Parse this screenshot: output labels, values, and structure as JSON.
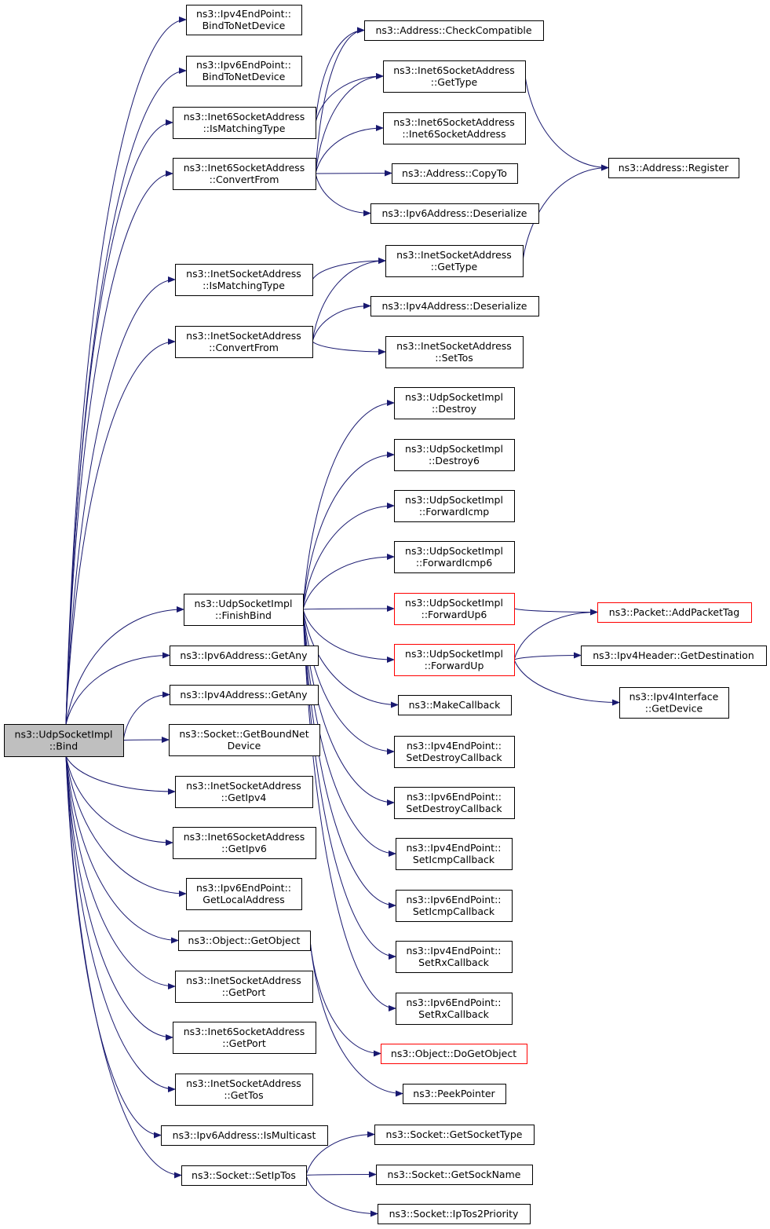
{
  "colors": {
    "edge": "#191970",
    "border": "#000000",
    "highlight_border": "#ff0000",
    "root_fill": "#bfbfbf",
    "node_fill": "#ffffff"
  },
  "nodes": [
    {
      "id": "bind",
      "lines": [
        "ns3::UdpSocketImpl",
        "::Bind"
      ],
      "style": "root"
    },
    {
      "id": "ipv4ep_bind",
      "lines": [
        "ns3::Ipv4EndPoint::",
        "BindToNetDevice"
      ]
    },
    {
      "id": "ipv6ep_bind",
      "lines": [
        "ns3::Ipv6EndPoint::",
        "BindToNetDevice"
      ]
    },
    {
      "id": "i6sa_match",
      "lines": [
        "ns3::Inet6SocketAddress",
        "::IsMatchingType"
      ]
    },
    {
      "id": "i6sa_conv",
      "lines": [
        "ns3::Inet6SocketAddress",
        "::ConvertFrom"
      ]
    },
    {
      "id": "isa_match",
      "lines": [
        "ns3::InetSocketAddress",
        "::IsMatchingType"
      ]
    },
    {
      "id": "isa_conv",
      "lines": [
        "ns3::InetSocketAddress",
        "::ConvertFrom"
      ]
    },
    {
      "id": "finishbind",
      "lines": [
        "ns3::UdpSocketImpl",
        "::FinishBind"
      ]
    },
    {
      "id": "ipv6_getany",
      "lines": [
        "ns3::Ipv6Address::GetAny"
      ]
    },
    {
      "id": "ipv4_getany",
      "lines": [
        "ns3::Ipv4Address::GetAny"
      ]
    },
    {
      "id": "sock_getbound",
      "lines": [
        "ns3::Socket::GetBoundNet",
        "Device"
      ]
    },
    {
      "id": "isa_getipv4",
      "lines": [
        "ns3::InetSocketAddress",
        "::GetIpv4"
      ]
    },
    {
      "id": "i6sa_getipv6",
      "lines": [
        "ns3::Inet6SocketAddress",
        "::GetIpv6"
      ]
    },
    {
      "id": "ipv6ep_getlocal",
      "lines": [
        "ns3::Ipv6EndPoint::",
        "GetLocalAddress"
      ]
    },
    {
      "id": "obj_getobject",
      "lines": [
        "ns3::Object::GetObject"
      ]
    },
    {
      "id": "isa_getport",
      "lines": [
        "ns3::InetSocketAddress",
        "::GetPort"
      ]
    },
    {
      "id": "i6sa_getport",
      "lines": [
        "ns3::Inet6SocketAddress",
        "::GetPort"
      ]
    },
    {
      "id": "isa_gettos",
      "lines": [
        "ns3::InetSocketAddress",
        "::GetTos"
      ]
    },
    {
      "id": "ipv6_ismc",
      "lines": [
        "ns3::Ipv6Address::IsMulticast"
      ]
    },
    {
      "id": "sock_setiptos",
      "lines": [
        "ns3::Socket::SetIpTos"
      ]
    },
    {
      "id": "addr_checkcompat",
      "lines": [
        "ns3::Address::CheckCompatible"
      ]
    },
    {
      "id": "i6sa_gettype",
      "lines": [
        "ns3::Inet6SocketAddress",
        "::GetType"
      ]
    },
    {
      "id": "i6sa_ctor",
      "lines": [
        "ns3::Inet6SocketAddress",
        "::Inet6SocketAddress"
      ]
    },
    {
      "id": "addr_copyto",
      "lines": [
        "ns3::Address::CopyTo"
      ]
    },
    {
      "id": "ipv6_deser",
      "lines": [
        "ns3::Ipv6Address::Deserialize"
      ]
    },
    {
      "id": "isa_gettype",
      "lines": [
        "ns3::InetSocketAddress",
        "::GetType"
      ]
    },
    {
      "id": "ipv4_deser",
      "lines": [
        "ns3::Ipv4Address::Deserialize"
      ]
    },
    {
      "id": "isa_settos",
      "lines": [
        "ns3::InetSocketAddress",
        "::SetTos"
      ]
    },
    {
      "id": "usi_destroy",
      "lines": [
        "ns3::UdpSocketImpl",
        "::Destroy"
      ]
    },
    {
      "id": "usi_destroy6",
      "lines": [
        "ns3::UdpSocketImpl",
        "::Destroy6"
      ]
    },
    {
      "id": "usi_fwdicmp",
      "lines": [
        "ns3::UdpSocketImpl",
        "::ForwardIcmp"
      ]
    },
    {
      "id": "usi_fwdicmp6",
      "lines": [
        "ns3::UdpSocketImpl",
        "::ForwardIcmp6"
      ]
    },
    {
      "id": "usi_fwdup6",
      "lines": [
        "ns3::UdpSocketImpl",
        "::ForwardUp6"
      ],
      "style": "red"
    },
    {
      "id": "usi_fwdup",
      "lines": [
        "ns3::UdpSocketImpl",
        "::ForwardUp"
      ],
      "style": "red"
    },
    {
      "id": "makecb",
      "lines": [
        "ns3::MakeCallback"
      ]
    },
    {
      "id": "ipv4ep_setdestroy",
      "lines": [
        "ns3::Ipv4EndPoint::",
        "SetDestroyCallback"
      ]
    },
    {
      "id": "ipv6ep_setdestroy",
      "lines": [
        "ns3::Ipv6EndPoint::",
        "SetDestroyCallback"
      ]
    },
    {
      "id": "ipv4ep_seticmp",
      "lines": [
        "ns3::Ipv4EndPoint::",
        "SetIcmpCallback"
      ]
    },
    {
      "id": "ipv6ep_seticmp",
      "lines": [
        "ns3::Ipv6EndPoint::",
        "SetIcmpCallback"
      ]
    },
    {
      "id": "ipv4ep_setrx",
      "lines": [
        "ns3::Ipv4EndPoint::",
        "SetRxCallback"
      ]
    },
    {
      "id": "ipv6ep_setrx",
      "lines": [
        "ns3::Ipv6EndPoint::",
        "SetRxCallback"
      ]
    },
    {
      "id": "obj_dogetobject",
      "lines": [
        "ns3::Object::DoGetObject"
      ],
      "style": "red"
    },
    {
      "id": "peekpointer",
      "lines": [
        "ns3::PeekPointer"
      ]
    },
    {
      "id": "sock_getsocktype",
      "lines": [
        "ns3::Socket::GetSocketType"
      ]
    },
    {
      "id": "sock_getsockname",
      "lines": [
        "ns3::Socket::GetSockName"
      ]
    },
    {
      "id": "sock_iptos2prio",
      "lines": [
        "ns3::Socket::IpTos2Priority"
      ]
    },
    {
      "id": "addr_register",
      "lines": [
        "ns3::Address::Register"
      ]
    },
    {
      "id": "pkt_addtag",
      "lines": [
        "ns3::Packet::AddPacketTag"
      ],
      "style": "red"
    },
    {
      "id": "ipv4hdr_getdest",
      "lines": [
        "ns3::Ipv4Header::GetDestination"
      ]
    },
    {
      "id": "ipv4if_getdev",
      "lines": [
        "ns3::Ipv4Interface",
        "::GetDevice"
      ]
    }
  ],
  "edges": [
    [
      "bind",
      "ipv4ep_bind"
    ],
    [
      "bind",
      "ipv6ep_bind"
    ],
    [
      "bind",
      "i6sa_match"
    ],
    [
      "bind",
      "i6sa_conv"
    ],
    [
      "bind",
      "isa_match"
    ],
    [
      "bind",
      "isa_conv"
    ],
    [
      "bind",
      "finishbind"
    ],
    [
      "bind",
      "ipv6_getany"
    ],
    [
      "bind",
      "ipv4_getany"
    ],
    [
      "bind",
      "sock_getbound"
    ],
    [
      "bind",
      "isa_getipv4"
    ],
    [
      "bind",
      "i6sa_getipv6"
    ],
    [
      "bind",
      "ipv6ep_getlocal"
    ],
    [
      "bind",
      "obj_getobject"
    ],
    [
      "bind",
      "isa_getport"
    ],
    [
      "bind",
      "i6sa_getport"
    ],
    [
      "bind",
      "isa_gettos"
    ],
    [
      "bind",
      "ipv6_ismc"
    ],
    [
      "bind",
      "sock_setiptos"
    ],
    [
      "i6sa_match",
      "addr_checkcompat"
    ],
    [
      "i6sa_match",
      "i6sa_gettype"
    ],
    [
      "i6sa_conv",
      "addr_checkcompat"
    ],
    [
      "i6sa_conv",
      "i6sa_gettype"
    ],
    [
      "i6sa_conv",
      "i6sa_ctor"
    ],
    [
      "i6sa_conv",
      "addr_copyto"
    ],
    [
      "i6sa_conv",
      "ipv6_deser"
    ],
    [
      "isa_match",
      "isa_gettype"
    ],
    [
      "isa_conv",
      "isa_gettype"
    ],
    [
      "isa_conv",
      "ipv4_deser"
    ],
    [
      "isa_conv",
      "isa_settos"
    ],
    [
      "i6sa_gettype",
      "addr_register"
    ],
    [
      "isa_gettype",
      "addr_register"
    ],
    [
      "finishbind",
      "usi_destroy"
    ],
    [
      "finishbind",
      "usi_destroy6"
    ],
    [
      "finishbind",
      "usi_fwdicmp"
    ],
    [
      "finishbind",
      "usi_fwdicmp6"
    ],
    [
      "finishbind",
      "usi_fwdup6"
    ],
    [
      "finishbind",
      "usi_fwdup"
    ],
    [
      "finishbind",
      "makecb"
    ],
    [
      "finishbind",
      "ipv4ep_setdestroy"
    ],
    [
      "finishbind",
      "ipv6ep_setdestroy"
    ],
    [
      "finishbind",
      "ipv4ep_seticmp"
    ],
    [
      "finishbind",
      "ipv6ep_seticmp"
    ],
    [
      "finishbind",
      "ipv4ep_setrx"
    ],
    [
      "finishbind",
      "ipv6ep_setrx"
    ],
    [
      "usi_fwdup6",
      "pkt_addtag"
    ],
    [
      "usi_fwdup",
      "pkt_addtag"
    ],
    [
      "usi_fwdup",
      "ipv4hdr_getdest"
    ],
    [
      "usi_fwdup",
      "ipv4if_getdev"
    ],
    [
      "obj_getobject",
      "obj_dogetobject"
    ],
    [
      "obj_getobject",
      "peekpointer"
    ],
    [
      "sock_setiptos",
      "sock_getsocktype"
    ],
    [
      "sock_setiptos",
      "sock_getsockname"
    ],
    [
      "sock_setiptos",
      "sock_iptos2prio"
    ]
  ]
}
